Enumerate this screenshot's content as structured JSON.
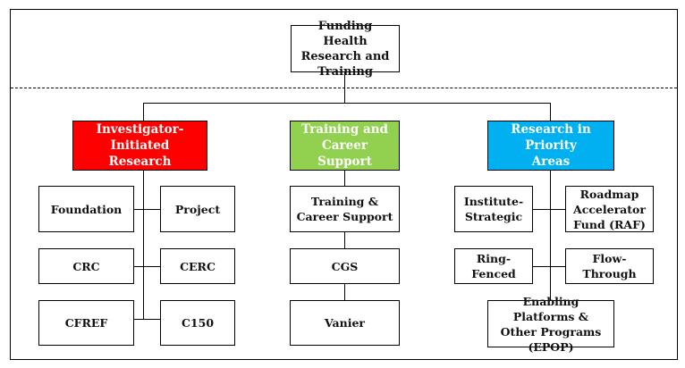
{
  "root": {
    "label": "Funding Health Research and Training"
  },
  "categories": [
    {
      "label": "Investigator-Initiated Research",
      "color": "#ff0000",
      "children": [
        "Foundation",
        "Project",
        "CRC",
        "CERC",
        "CFREF",
        "C150"
      ]
    },
    {
      "label": "Training and Career Support",
      "color": "#92d050",
      "children": [
        "Training & Career Support",
        "CGS",
        "Vanier"
      ]
    },
    {
      "label": "Research in Priority Areas",
      "color": "#00b0f0",
      "children": [
        "Institute-Strategic",
        "Roadmap Accelerator Fund (RAF)",
        "Ring-Fenced",
        "Flow-Through",
        "Enabling Platforms & Other Programs (EPOP)"
      ]
    }
  ]
}
